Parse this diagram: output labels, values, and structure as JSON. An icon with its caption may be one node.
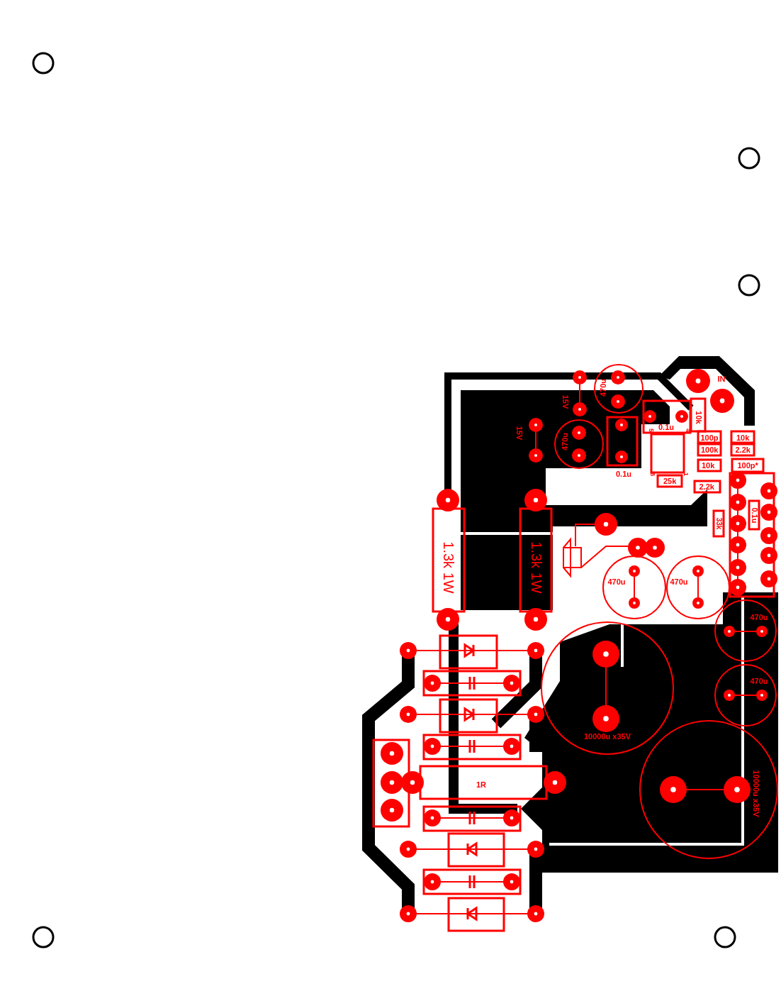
{
  "diagram": {
    "labels": [
      "IN",
      "15V",
      "470u",
      "0.1u",
      "10k",
      "15V",
      "470u",
      "5",
      "4",
      "100p",
      "10k",
      "100k",
      "2.2k",
      "10k",
      "100p*",
      "8",
      "1",
      "0.1u",
      "25k",
      "2.2k",
      "0.1u",
      "33k",
      "1.3k 1W",
      "1.3k 1W",
      "470u",
      "470u",
      "470u",
      "470u",
      "10000u x35V",
      "1R",
      "10000u x35V"
    ]
  }
}
